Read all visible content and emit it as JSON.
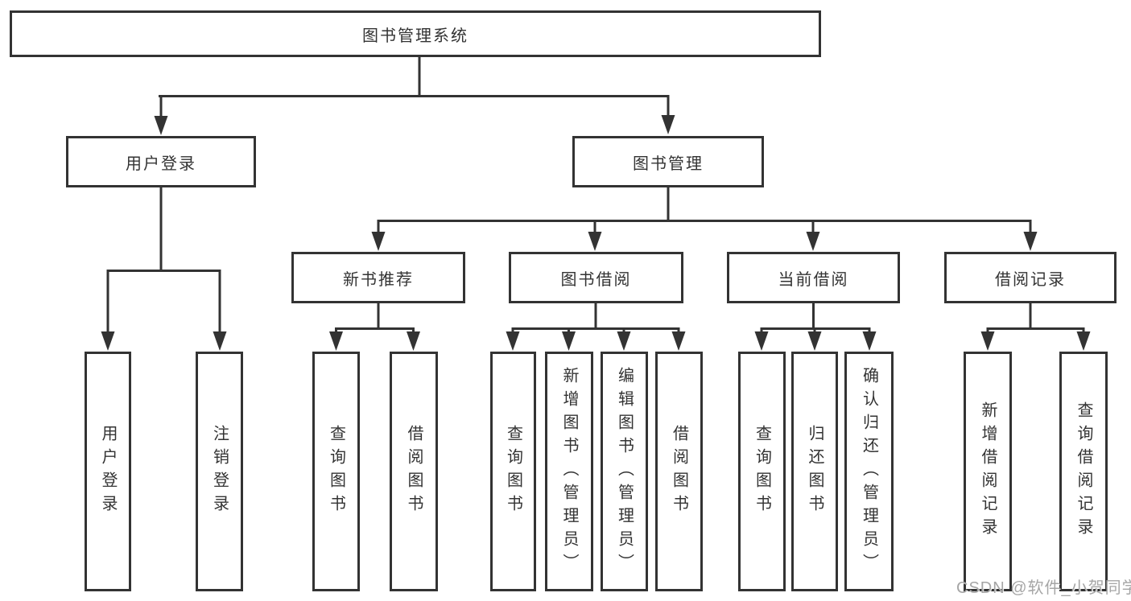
{
  "diagram": {
    "root": {
      "label": "图书管理系统"
    },
    "branches": [
      {
        "label": "用户登录",
        "children": [
          "用户登录",
          "注销登录"
        ]
      },
      {
        "label": "图书管理",
        "groups": [
          {
            "label": "新书推荐",
            "children": [
              "查询图书",
              "借阅图书"
            ]
          },
          {
            "label": "图书借阅",
            "children": [
              "查询图书",
              "新增图书（管理员）",
              "编辑图书（管理员）",
              "借阅图书"
            ]
          },
          {
            "label": "当前借阅",
            "children": [
              "查询图书",
              "归还图书",
              "确认归还（管理员）"
            ]
          },
          {
            "label": "借阅记录",
            "children": [
              "新增借阅记录",
              "查询借阅记录"
            ]
          }
        ]
      }
    ]
  },
  "watermark": {
    "text": "CSDN @软件_小贺同学"
  },
  "colors": {
    "line": "#333333",
    "text": "#333333",
    "background": "#ffffff",
    "watermark": "#a6a6a6"
  }
}
